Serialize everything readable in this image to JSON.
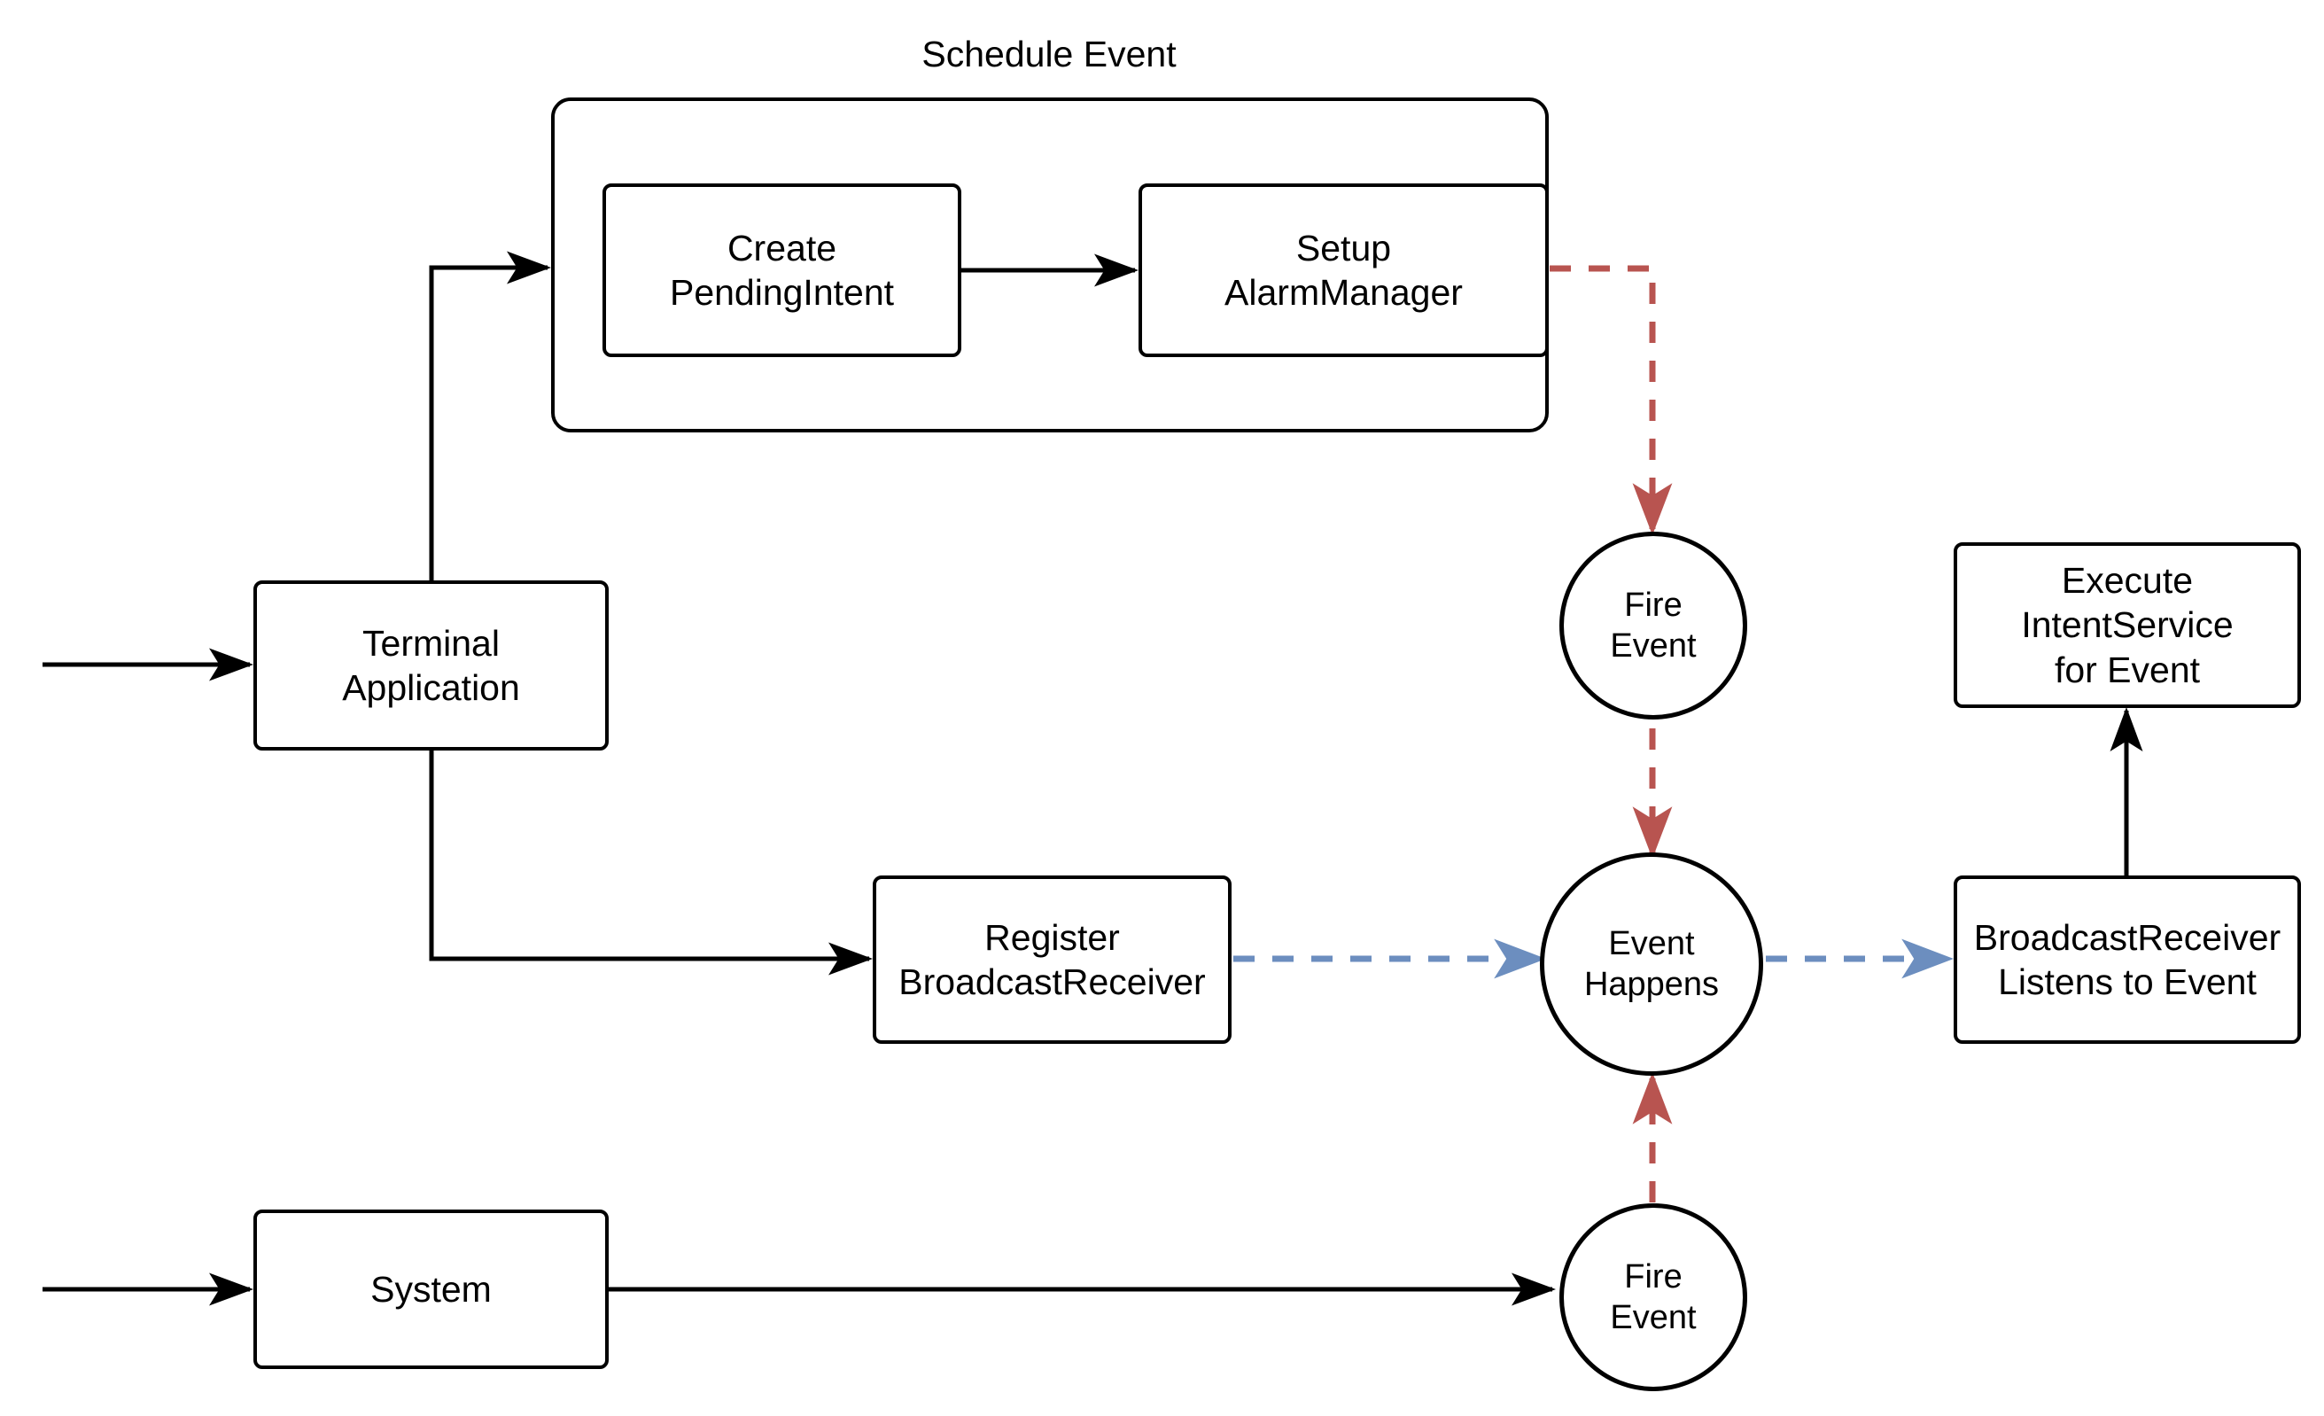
{
  "diagram": {
    "title": "Schedule Event",
    "colors": {
      "stroke": "#000000",
      "red_dashed": "#b85450",
      "blue_dashed": "#6c8ebf",
      "background": "#ffffff"
    },
    "group": {
      "label": "Schedule Event"
    },
    "nodes": {
      "create_pending_intent": "Create\nPendingIntent",
      "setup_alarm_manager": "Setup\nAlarmManager",
      "terminal_application": "Terminal\nApplication",
      "register_broadcast_receiver": "Register\nBroadcastReceiver",
      "fire_event_top": "Fire\nEvent",
      "event_happens": "Event\nHappens",
      "fire_event_bottom": "Fire\nEvent",
      "execute_intent_service": "Execute\nIntentService\nfor Event",
      "broadcast_receiver_listens": "BroadcastReceiver\nListens to Event",
      "system": "System"
    },
    "edges": [
      {
        "id": "input-to-terminal",
        "from": "external-input",
        "to": "terminal_application",
        "style": "solid",
        "color": "#000000"
      },
      {
        "id": "terminal-to-schedule",
        "from": "terminal_application",
        "to": "schedule_event_group",
        "style": "solid",
        "color": "#000000"
      },
      {
        "id": "create-to-setup",
        "from": "create_pending_intent",
        "to": "setup_alarm_manager",
        "style": "solid",
        "color": "#000000"
      },
      {
        "id": "setup-to-fire-event",
        "from": "setup_alarm_manager",
        "to": "fire_event_top",
        "style": "dashed",
        "color": "#b85450"
      },
      {
        "id": "fire-event-to-event-happens",
        "from": "fire_event_top",
        "to": "event_happens",
        "style": "dashed",
        "color": "#b85450"
      },
      {
        "id": "terminal-to-register",
        "from": "terminal_application",
        "to": "register_broadcast_receiver",
        "style": "solid",
        "color": "#000000"
      },
      {
        "id": "register-to-event-happens",
        "from": "register_broadcast_receiver",
        "to": "event_happens",
        "style": "dashed",
        "color": "#6c8ebf"
      },
      {
        "id": "event-happens-to-listener",
        "from": "event_happens",
        "to": "broadcast_receiver_listens",
        "style": "dashed",
        "color": "#6c8ebf"
      },
      {
        "id": "listener-to-execute",
        "from": "broadcast_receiver_listens",
        "to": "execute_intent_service",
        "style": "solid",
        "color": "#000000"
      },
      {
        "id": "input-to-system",
        "from": "external-input",
        "to": "system",
        "style": "solid",
        "color": "#000000"
      },
      {
        "id": "system-to-fire-event-bottom",
        "from": "system",
        "to": "fire_event_bottom",
        "style": "solid",
        "color": "#000000"
      },
      {
        "id": "fire-event-bottom-to-event-happens",
        "from": "fire_event_bottom",
        "to": "event_happens",
        "style": "dashed",
        "color": "#b85450"
      }
    ]
  }
}
